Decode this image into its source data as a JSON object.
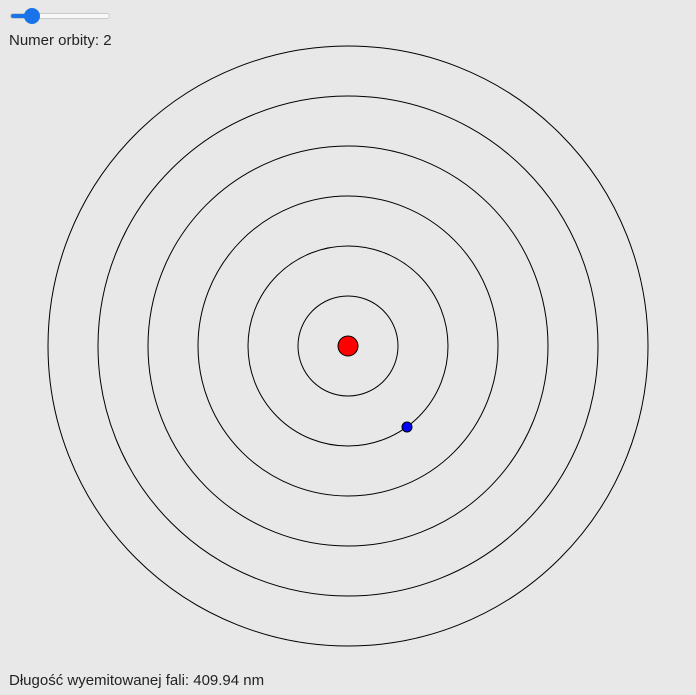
{
  "controls": {
    "orbit_slider": {
      "value": 2,
      "min": 1,
      "max": 7,
      "fill_color": "#1a73e8"
    },
    "orbit_label_prefix": "Numer orbity: ",
    "orbit_label": "Numer orbity: 2"
  },
  "atom": {
    "orbit_count": 6,
    "nucleus_color": "#ff0000",
    "electron_color": "#0000ff",
    "orbit_color": "#000000",
    "electron_orbit": 2
  },
  "output": {
    "wavelength_label": "Długość wyemitowanej fali: 409.94 nm"
  }
}
